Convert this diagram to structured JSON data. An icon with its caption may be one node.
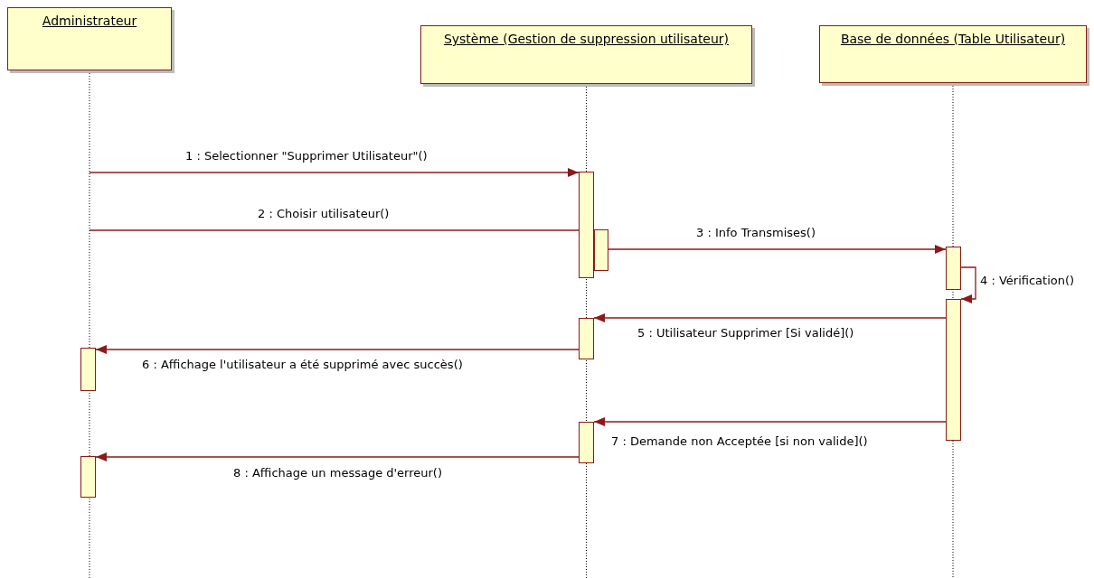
{
  "diagram": {
    "nodes": [
      {
        "text": [
          "Administrateur"
        ]
      },
      {
        "text": [
          "Système (Gestion de suppression utilisateur)"
        ]
      },
      {
        "text": [
          "Base de données (Table Utilisateur)"
        ]
      },
      {
        "text": [],
        "shape": "bar"
      },
      {
        "text": [],
        "shape": "bar"
      },
      {
        "text": [],
        "shape": "bar"
      },
      {
        "text": [],
        "shape": "bar"
      },
      {
        "text": [],
        "shape": "bar"
      },
      {
        "text": [],
        "shape": "bar"
      },
      {
        "text": [],
        "shape": "bar"
      },
      {
        "text": [],
        "shape": "bar"
      }
    ],
    "edges": [
      {
        "from": null,
        "to": 3,
        "arrow": "to",
        "label": "1 : Selectionner \"Supprimer Utilisateur\"()"
      },
      {
        "from": null,
        "to": 4,
        "arrow": "to",
        "label": "2 : Choisir utilisateur()"
      },
      {
        "from": 4,
        "to": 5,
        "arrow": "to",
        "label": "3 : Info Transmises()"
      },
      {
        "from": 5,
        "to": 6,
        "arrow": "to",
        "label": "4 : Vérification()"
      },
      {
        "from": 6,
        "to": 7,
        "arrow": "to",
        "label": "5 : Utilisateur Supprimer [Si validé]()"
      },
      {
        "from": 7,
        "to": 8,
        "arrow": "to",
        "label": "6 : Affichage l'utilisateur a été supprimé avec succès()"
      },
      {
        "from": 6,
        "to": 9,
        "arrow": "to",
        "label": "7 : Demande non Acceptée [si non valide]()"
      },
      {
        "from": 9,
        "to": 10,
        "arrow": "to",
        "label": "8 : Affichage un message d'erreur()"
      }
    ]
  }
}
